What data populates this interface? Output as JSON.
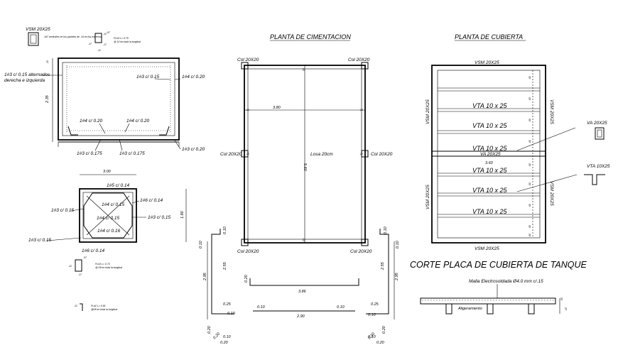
{
  "titles": {
    "planta_cimentacion": "PLANTA DE CIMENTACION",
    "planta_cubierta": "PLANTA DE CUBIERTA",
    "corte": "CORTE PLACA DE CUBIERTA DE TANQUE"
  },
  "tank_section": {
    "vsm": "VSM 20X25",
    "note_top": "1#7 verticales en los paneles de .14 en los extremos",
    "note_left_1": "1#3 c/ 0.15 alternados",
    "note_left_2": "derecha e izquierda",
    "dim_235": "2.35",
    "dim_15": ".15",
    "bar_top_mid": "1#3 c/ 0.15",
    "bar_top_right": "1#4 c/ 0.20",
    "bar_b1": "1#4 c/ 0.20",
    "bar_b2": "1#4 c/ 0.20",
    "bar_b3": "1#3 c/ 0.175",
    "bar_b4": "1#3 c/ 0.175",
    "bar_b5": "1#3 c/ 0.20",
    "stirrup_legend": "FL#3 L= 0.75",
    "stirrup_legend_2": "@ 10 en toda la longitud",
    "s1": ".12",
    "s2": ".07",
    "s3": ".17",
    "s4": ".17",
    "s5": ".12"
  },
  "foot_plan": {
    "dim_300": "3.00",
    "dim_180": "1.80",
    "b1": "1#5 c/ 0.14",
    "b2": "1#3 c/ 0.15",
    "b3": "1#4 c/ 0.15",
    "b4": "1#6 c/ 0.14",
    "b5": "1#4 c/ 0.15",
    "b6": "1#3 c/ 0.15",
    "b7": "1#4 c/ 0.16",
    "b8": "1#3 c/ 0.15",
    "b9": "1#6 c/ 0.14",
    "st_legend": "FL#3 L= 0.73",
    "st_legend_2": "@ 08 en toda la longitud",
    "st2_legend": "FL#2 L= 0.81",
    "st2_legend_2": "@08 en toda la longitud",
    "d1": ".07",
    "d2": ".12",
    "d3": ".17",
    "d4": ".12"
  },
  "cimentacion": {
    "col_tl": "Col 20X20",
    "col_tr": "Col 20X20",
    "col_ml": "Col 20X20",
    "col_mr": "Col 20X20",
    "col_bl": "Col 20X20",
    "col_br": "Col 20X20",
    "dim_380": "3.80",
    "dim_560": "5.60",
    "losa": "Losa 20cm",
    "d20a": ".20",
    "d20b": ".20",
    "d20c": ".20",
    "d20d": ".20",
    "d20e": ".20",
    "d20f": ".20"
  },
  "cubierta": {
    "vsm_top": "VSM 20X25",
    "vsm_bottom": "VSM 20X25",
    "vsm_left_1": "VSM 20X25",
    "vsm_left_2": "VSM 20X25",
    "vsm_right_1": "VSM 20X25",
    "vsm_right_2": "VSM 20X25",
    "vta": [
      "VTA 10 x 25",
      "VTA 10 x 25",
      "VTA 10 x 25",
      "VTA 10 x 25",
      "VTA 10 x 25",
      "VTA 10 x 25"
    ],
    "va_mid": "VA 20X25",
    "va_callout": "VA 20X25",
    "vta_callout": "VTA 10X25",
    "dim_360": "3.60",
    "spacing": [
      ".60",
      ".60",
      ".60",
      ".60",
      ".60",
      ".60",
      ".60",
      ".60",
      ".60"
    ]
  },
  "elevation": {
    "l_010a": "0.10",
    "l_255": "2.55",
    "l_025": "0.25",
    "l_010b": "0.10",
    "l_295": "2.95",
    "l_010c": "0.10",
    "l_020a": "0.20",
    "l_020b": "0.20",
    "l_010d": "0.10",
    "l_020c": "0.20",
    "c_020": "0.20",
    "c_386": "3.86",
    "c_010a": "0.10",
    "c_010b": "0.10",
    "c_290": "2.90",
    "r_010a": "0.10",
    "r_255": "2.55",
    "r_025": "0.25",
    "r_010b": "0.10",
    "r_295": "2.95",
    "r_020a": "0.20",
    "r_010c": "0.10",
    "r_020b": "0.20",
    "r_010d": "0.10",
    "r_020c": "0.20"
  },
  "corte": {
    "malla": "Malla Electrosoldada Ø4.0 mm c/.15",
    "aligeramiento": "Aligeramiento",
    "dim_05": ".05",
    "dim_25": ".25"
  }
}
